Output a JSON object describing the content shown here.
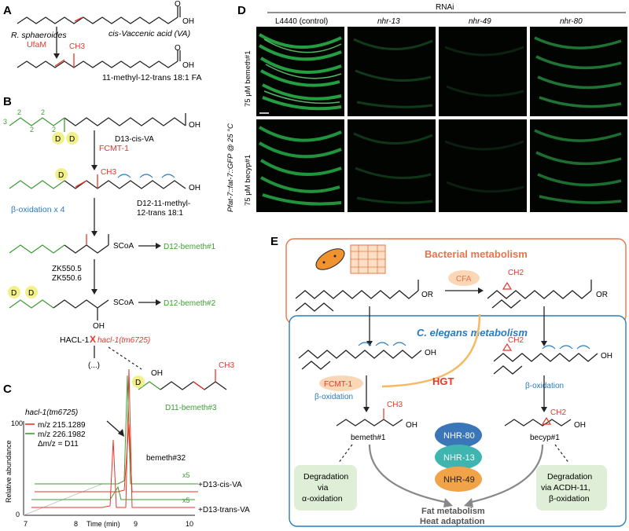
{
  "panels": {
    "A": "A",
    "B": "B",
    "C": "C",
    "D": "D",
    "E": "E"
  },
  "panelA": {
    "va_label": "cis-Vaccenic acid (VA)",
    "organism": "R. sphaeroides",
    "enzyme": "UfaM",
    "methyl": "CH3",
    "product": "11-methyl-12-trans 18:1 FA",
    "oh": "OH",
    "o": "O"
  },
  "panelB": {
    "d13_cis": "D13-cis-VA",
    "fcmt": "FCMT-1",
    "d12_methyl": "D12-11-methyl-",
    "d12_methyl_2": "12-trans 18:1",
    "beta_ox": "β-oxidation x 4",
    "scoa": "SCoA",
    "bemeth1": "D12-bemeth#1",
    "zk1": "ZK550.5",
    "zk2": "ZK550.6",
    "bemeth2": "D12-bemeth#2",
    "oh": "OH",
    "hacl": "HACL-1",
    "hacl_mut": "hacl-1(tm6725)",
    "ellipsis": "(...)",
    "bemeth3": "D11-bemeth#3",
    "d": "D",
    "numbers": [
      "3",
      "2",
      "2",
      "2",
      "2"
    ]
  },
  "panelC": {
    "genotype": "hacl-1(tm6725)",
    "mz1": "m/z 215.1289",
    "mz2": "m/z 226.1982",
    "dmz": "Δm/z = D11",
    "ylabel": "Relative abundance",
    "xlabel": "Time (min)",
    "y_top": "100",
    "y_bottom": "0",
    "x_ticks": [
      "7",
      "8",
      "9",
      "10"
    ],
    "peak_label": "bemeth#32",
    "x5": "x5",
    "trace1": "+D13-cis-VA",
    "trace2": "+D13-trans-VA",
    "colors": {
      "red": "#e8362a",
      "green": "#3f9c35"
    }
  },
  "panelD": {
    "rnai": "RNAi",
    "columns": [
      "L4440 (control)",
      "nhr-13",
      "nhr-49",
      "nhr-80"
    ],
    "side_label": "Pfat-7::fat-7::GFP @ 25 °C",
    "row1": "75 μM bemeth#1",
    "row2": "75 μM becyp#1"
  },
  "panelE": {
    "bacterial": "Bacterial metabolism",
    "celegans": "C. elegans metabolism",
    "cfa": "CFA",
    "hgt": "HGT",
    "fcmt": "FCMT-1",
    "beta_ox_left": "β-oxidation",
    "beta_ox_right": "β-oxidation",
    "bemeth": "bemeth#1",
    "becyp": "becyp#1",
    "nhr80": "NHR-80",
    "nhr13": "NHR-13",
    "nhr49": "NHR-49",
    "deg_left_1": "Degradation",
    "deg_left_2": "via",
    "deg_left_3": "α-oxidation",
    "deg_right_1": "Degradation",
    "deg_right_2": "via ACDH-11,",
    "deg_right_3": "β-oxidation",
    "out1": "Fat metabolism",
    "out2": "Heat adaptation",
    "or": "OR",
    "ch2": "CH2",
    "ch3": "CH3",
    "oh": "OH"
  }
}
